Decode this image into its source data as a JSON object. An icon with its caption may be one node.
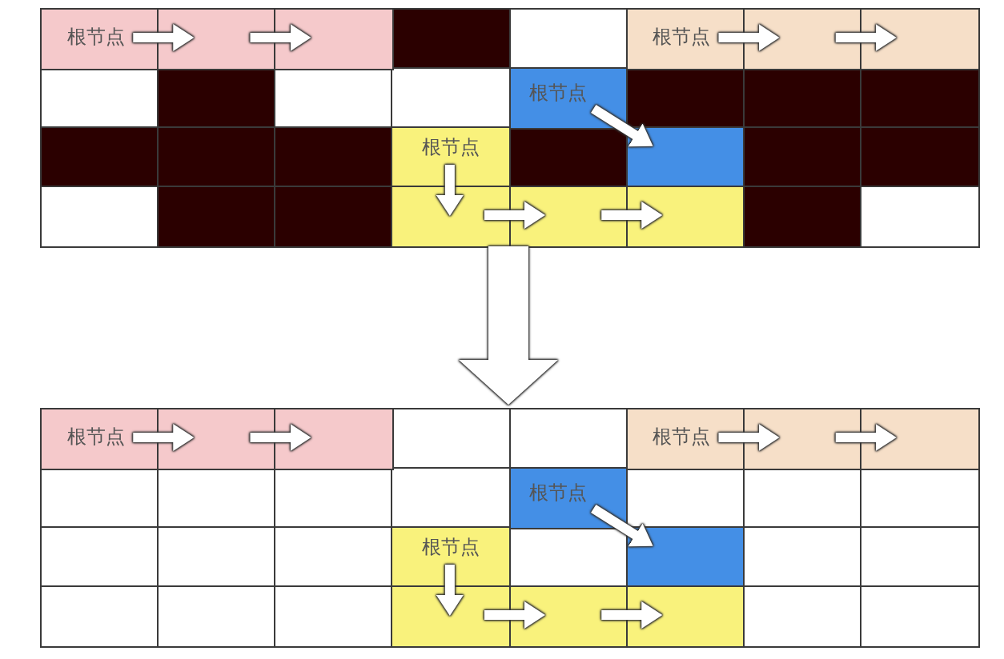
{
  "diagram": {
    "nodes": [
      {
        "text": [],
        "shape": "box"
      },
      {
        "text": [
          "根节点"
        ],
        "in": 0
      },
      {
        "text": [],
        "shape": "box",
        "in": 0
      },
      {
        "text": [],
        "shape": "box",
        "in": 0
      },
      {
        "text": [
          "根节点"
        ],
        "in": 0
      },
      {
        "text": [],
        "shape": "box",
        "in": 0
      },
      {
        "text": [],
        "shape": "box",
        "in": 0
      },
      {
        "text": [
          "根节点"
        ],
        "in": 0
      },
      {
        "text": [
          "根节点"
        ],
        "in": 0
      },
      {
        "text": [],
        "shape": "box",
        "in": 0
      },
      {
        "text": [],
        "shape": "box",
        "in": 0
      },
      {
        "text": [],
        "shape": "box",
        "in": 0
      },
      {
        "text": [],
        "shape": "box",
        "in": 0
      },
      {
        "text": [],
        "shape": "box"
      },
      {
        "text": [
          "根节点"
        ],
        "in": 13
      },
      {
        "text": [],
        "shape": "box",
        "in": 13
      },
      {
        "text": [],
        "shape": "box",
        "in": 13
      },
      {
        "text": [
          "根节点"
        ],
        "in": 13
      },
      {
        "text": [],
        "shape": "box",
        "in": 13
      },
      {
        "text": [],
        "shape": "box",
        "in": 13
      },
      {
        "text": [
          "根节点"
        ],
        "in": 13
      },
      {
        "text": [
          "根节点"
        ],
        "in": 13
      },
      {
        "text": [],
        "shape": "box",
        "in": 13
      },
      {
        "text": [],
        "shape": "box",
        "in": 13
      },
      {
        "text": [],
        "shape": "box",
        "in": 13
      },
      {
        "text": [],
        "shape": "box",
        "in": 13
      }
    ],
    "edges": [
      {
        "from": 1,
        "to": 2,
        "arrow": "to"
      },
      {
        "from": 2,
        "to": 3,
        "arrow": "to"
      },
      {
        "from": 4,
        "to": 5,
        "arrow": "to"
      },
      {
        "from": 5,
        "to": 6,
        "arrow": "to"
      },
      {
        "from": 7,
        "to": 9,
        "arrow": "to"
      },
      {
        "from": 8,
        "to": 10,
        "arrow": "to"
      },
      {
        "from": 10,
        "to": 11,
        "arrow": "to"
      },
      {
        "from": 11,
        "to": 12,
        "arrow": "to"
      },
      {
        "from": 0,
        "to": 13,
        "arrow": "to",
        "style": "thick"
      },
      {
        "from": 14,
        "to": 15,
        "arrow": "to"
      },
      {
        "from": 15,
        "to": 16,
        "arrow": "to"
      },
      {
        "from": 17,
        "to": 18,
        "arrow": "to"
      },
      {
        "from": 18,
        "to": 19,
        "arrow": "to"
      },
      {
        "from": 20,
        "to": 22,
        "arrow": "to"
      },
      {
        "from": 21,
        "to": 23,
        "arrow": "to"
      },
      {
        "from": 23,
        "to": 24,
        "arrow": "to"
      },
      {
        "from": 24,
        "to": 25,
        "arrow": "to"
      }
    ]
  }
}
